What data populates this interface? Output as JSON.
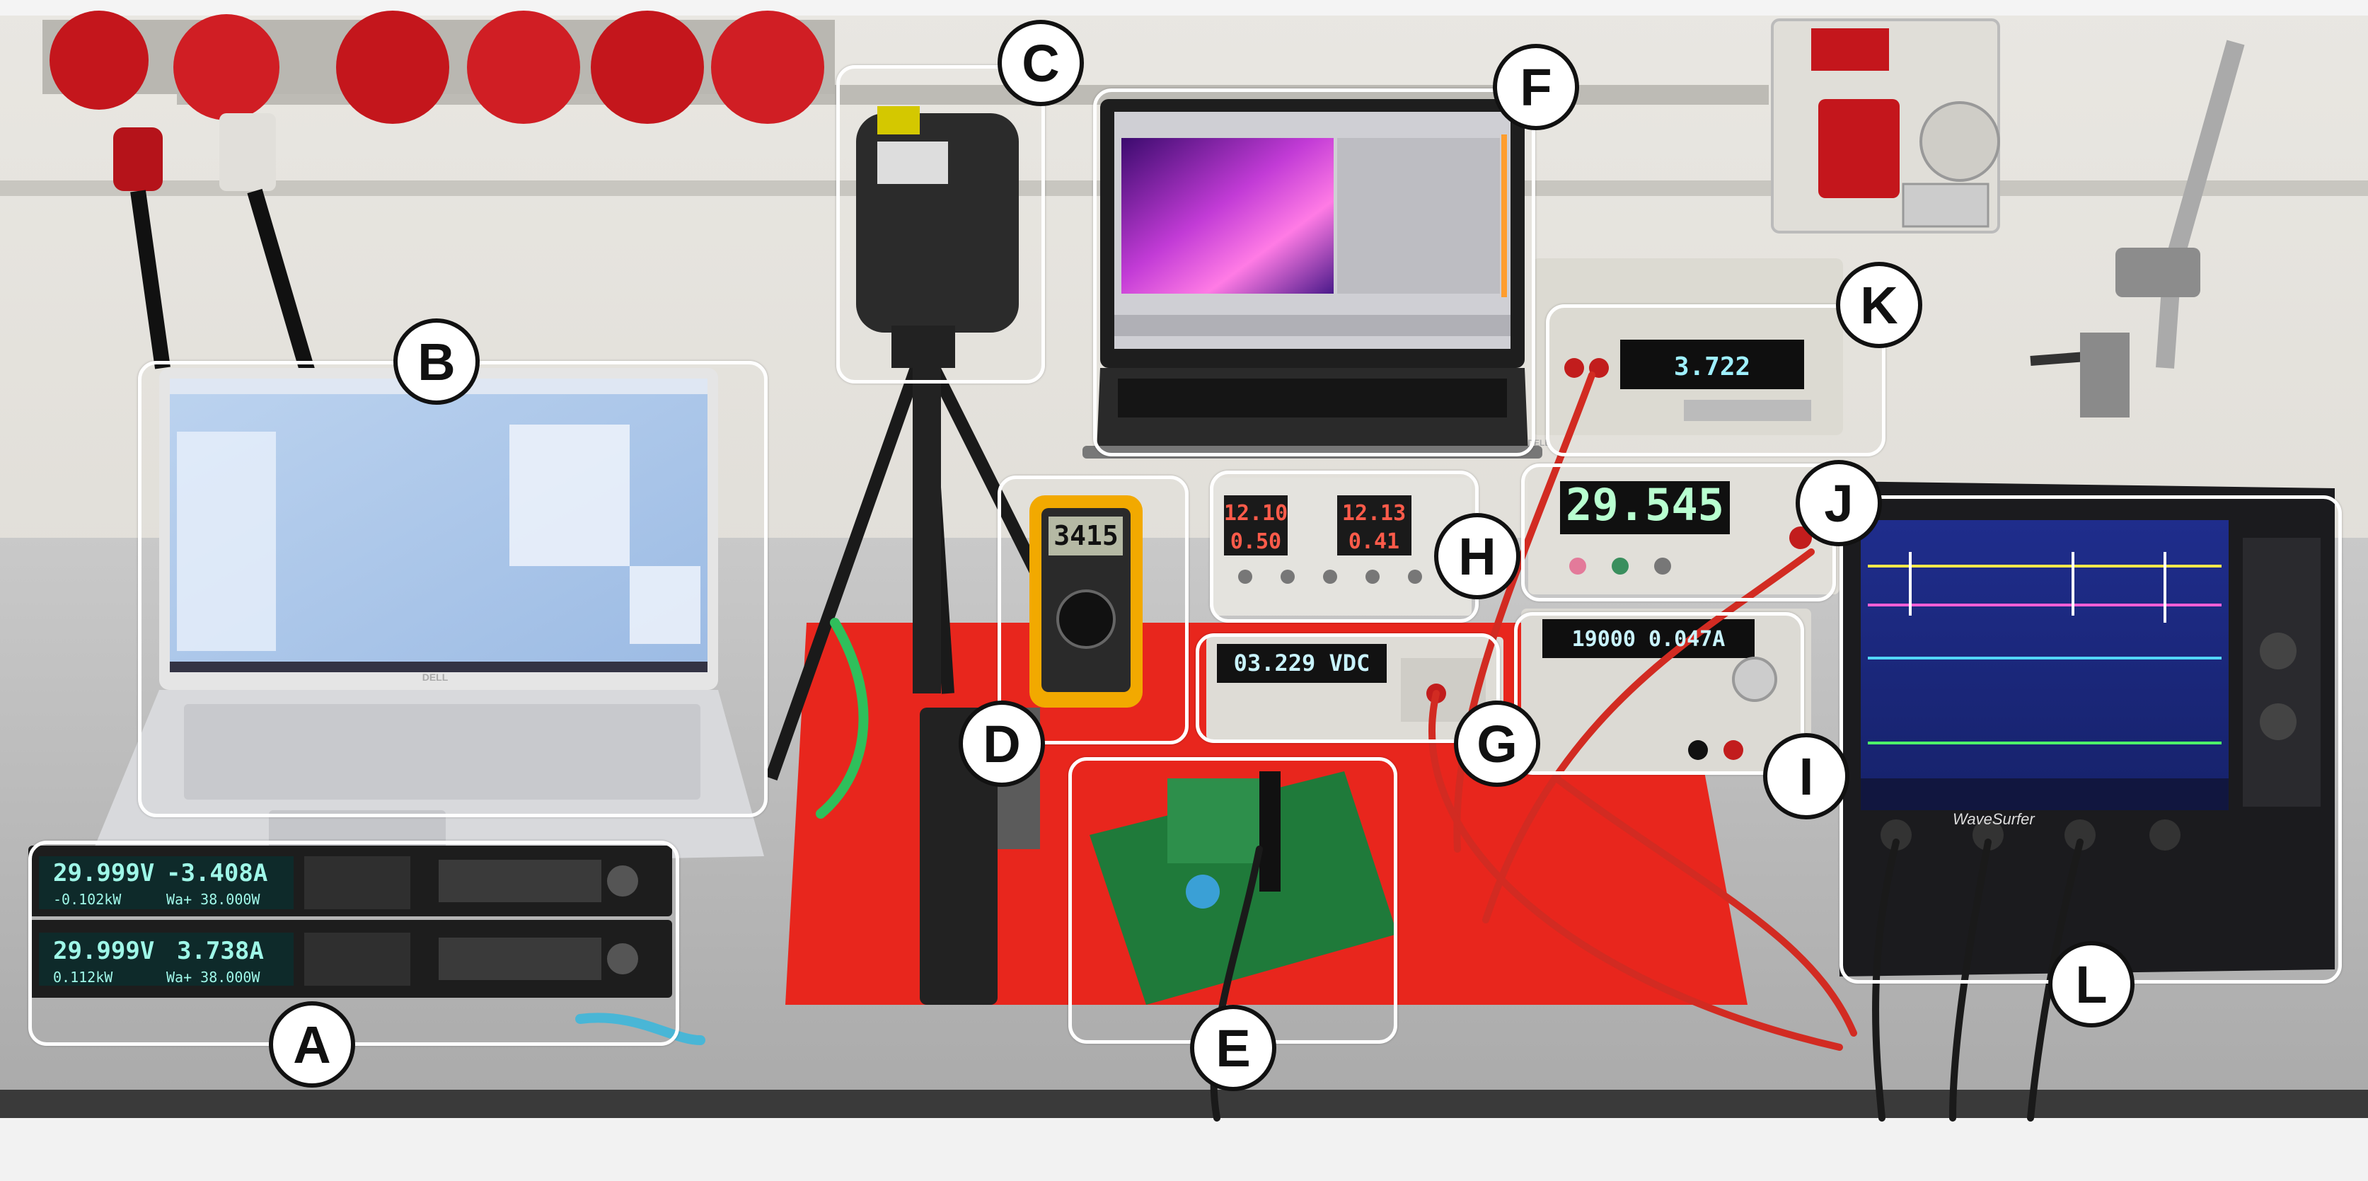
{
  "figure_labels": [
    "A",
    "B",
    "C",
    "D",
    "E",
    "F",
    "G",
    "H",
    "I",
    "J",
    "K",
    "L"
  ],
  "instrument_readouts": {
    "psu_top_voltage": "29.999V",
    "psu_top_current": "-3.408A",
    "psu_top_power": "-0.102kW",
    "psu_top_extra": "Wa+ 38.000W",
    "psu_bottom_voltage": "29.999V",
    "psu_bottom_current": "3.738A",
    "psu_bottom_power": "0.112kW",
    "psu_bottom_extra": "Wa+ 38.000W",
    "multimeter_d": "3415",
    "supply_h_left_top": "12.10",
    "supply_h_left_bottom": "0.50",
    "supply_h_right_top": "12.13",
    "supply_h_right_bottom": "0.41",
    "meter_g": "03.229 VDC",
    "supply_i": "19000  0.047A",
    "dmm_j": "29.545",
    "dmm_k": "3.722"
  },
  "brand_marks": {
    "laptop_b": "DELL",
    "laptop_f": "DELL",
    "scope_l": "WaveSurfer"
  }
}
